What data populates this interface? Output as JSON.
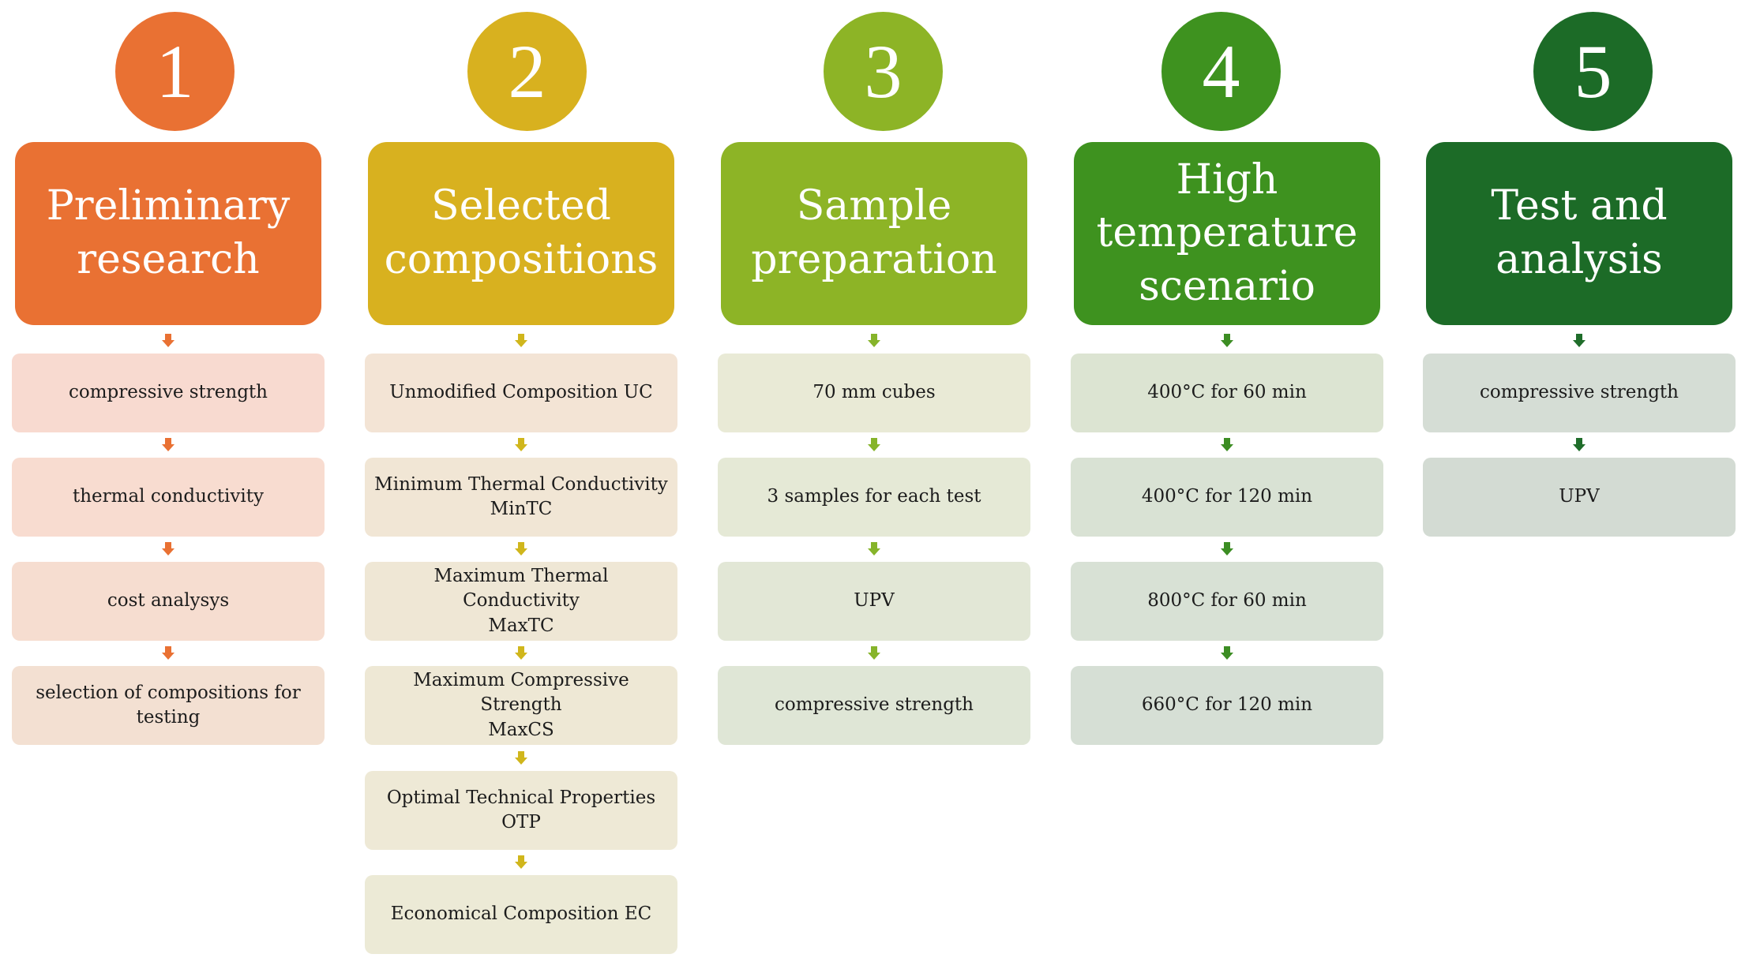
{
  "columns": [
    {
      "number": "1",
      "title": [
        "Preliminary",
        "research"
      ],
      "color": "#e97133",
      "arrow_color": "#e97133",
      "step_colors": [
        "#f8dad0",
        "#f8dcd0",
        "#f6ddd0",
        "#f3e0d2"
      ],
      "steps": [
        [
          "compressive strength"
        ],
        [
          "thermal conductivity"
        ],
        [
          "cost analysys"
        ],
        [
          "selection of compositions for",
          "testing"
        ]
      ]
    },
    {
      "number": "2",
      "title": [
        "Selected",
        "compositions"
      ],
      "color": "#d8b11f",
      "arrow_color": "#d0b61c",
      "step_colors": [
        "#f3e4d5",
        "#f1e6d5",
        "#efe7d5",
        "#eee8d5",
        "#eee9d6",
        "#ecead6"
      ],
      "steps": [
        [
          "Unmodified Composition UC"
        ],
        [
          "Minimum Thermal Conductivity",
          "MinTC"
        ],
        [
          "Maximum Thermal Conductivity",
          "MaxTC"
        ],
        [
          "Maximum Compressive Strength",
          "MaxCS"
        ],
        [
          "Optimal Technical Properties",
          "OTP"
        ],
        [
          "Economical Composition EC"
        ]
      ]
    },
    {
      "number": "3",
      "title": [
        "Sample",
        "preparation"
      ],
      "color": "#8db426",
      "arrow_color": "#86b42a",
      "step_colors": [
        "#e9ead6",
        "#e5e9d6",
        "#e2e7d6",
        "#dfe6d6"
      ],
      "steps": [
        [
          "70 mm cubes"
        ],
        [
          "3 samples for each test"
        ],
        [
          "UPV"
        ],
        [
          "compressive strength"
        ]
      ]
    },
    {
      "number": "4",
      "title": [
        "High",
        "temperature",
        "scenario"
      ],
      "color": "#3e921f",
      "arrow_color": "#3c8d23",
      "step_colors": [
        "#dce4d2",
        "#d9e2d4",
        "#d8e1d5",
        "#d6dfd5"
      ],
      "steps": [
        [
          "400°C for 60 min"
        ],
        [
          "400°C for 120 min"
        ],
        [
          "800°C for 60 min"
        ],
        [
          "660°C for 120 min"
        ]
      ]
    },
    {
      "number": "5",
      "title": [
        "Test and",
        "analysis"
      ],
      "color": "#1c6b27",
      "arrow_color": "#1f6d2a",
      "step_colors": [
        "#d5ddd5",
        "#d3dbd3"
      ],
      "steps": [
        [
          "compressive strength"
        ],
        [
          "UPV"
        ]
      ]
    }
  ]
}
